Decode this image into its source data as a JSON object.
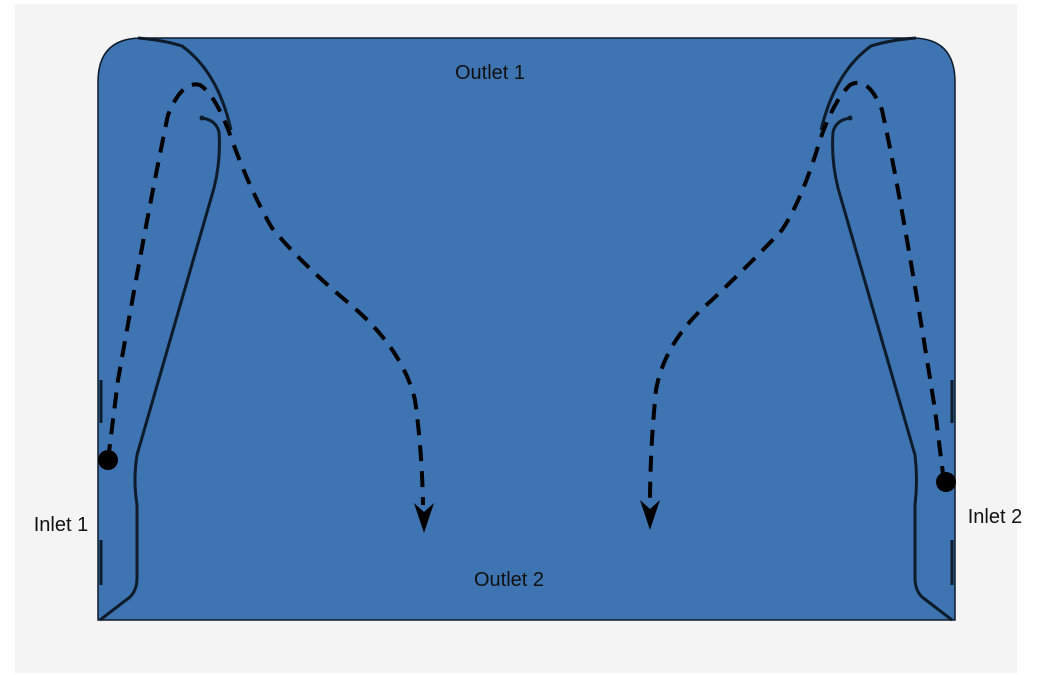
{
  "diagram": {
    "labels": {
      "outlet1": "Outlet 1",
      "outlet2": "Outlet 2",
      "inlet1": "Inlet 1",
      "inlet2": "Inlet 2"
    },
    "colors": {
      "body": "#3d74b1",
      "outline": "#0d1b2a",
      "flow": "#000000",
      "background": "#f4f4f4"
    }
  }
}
